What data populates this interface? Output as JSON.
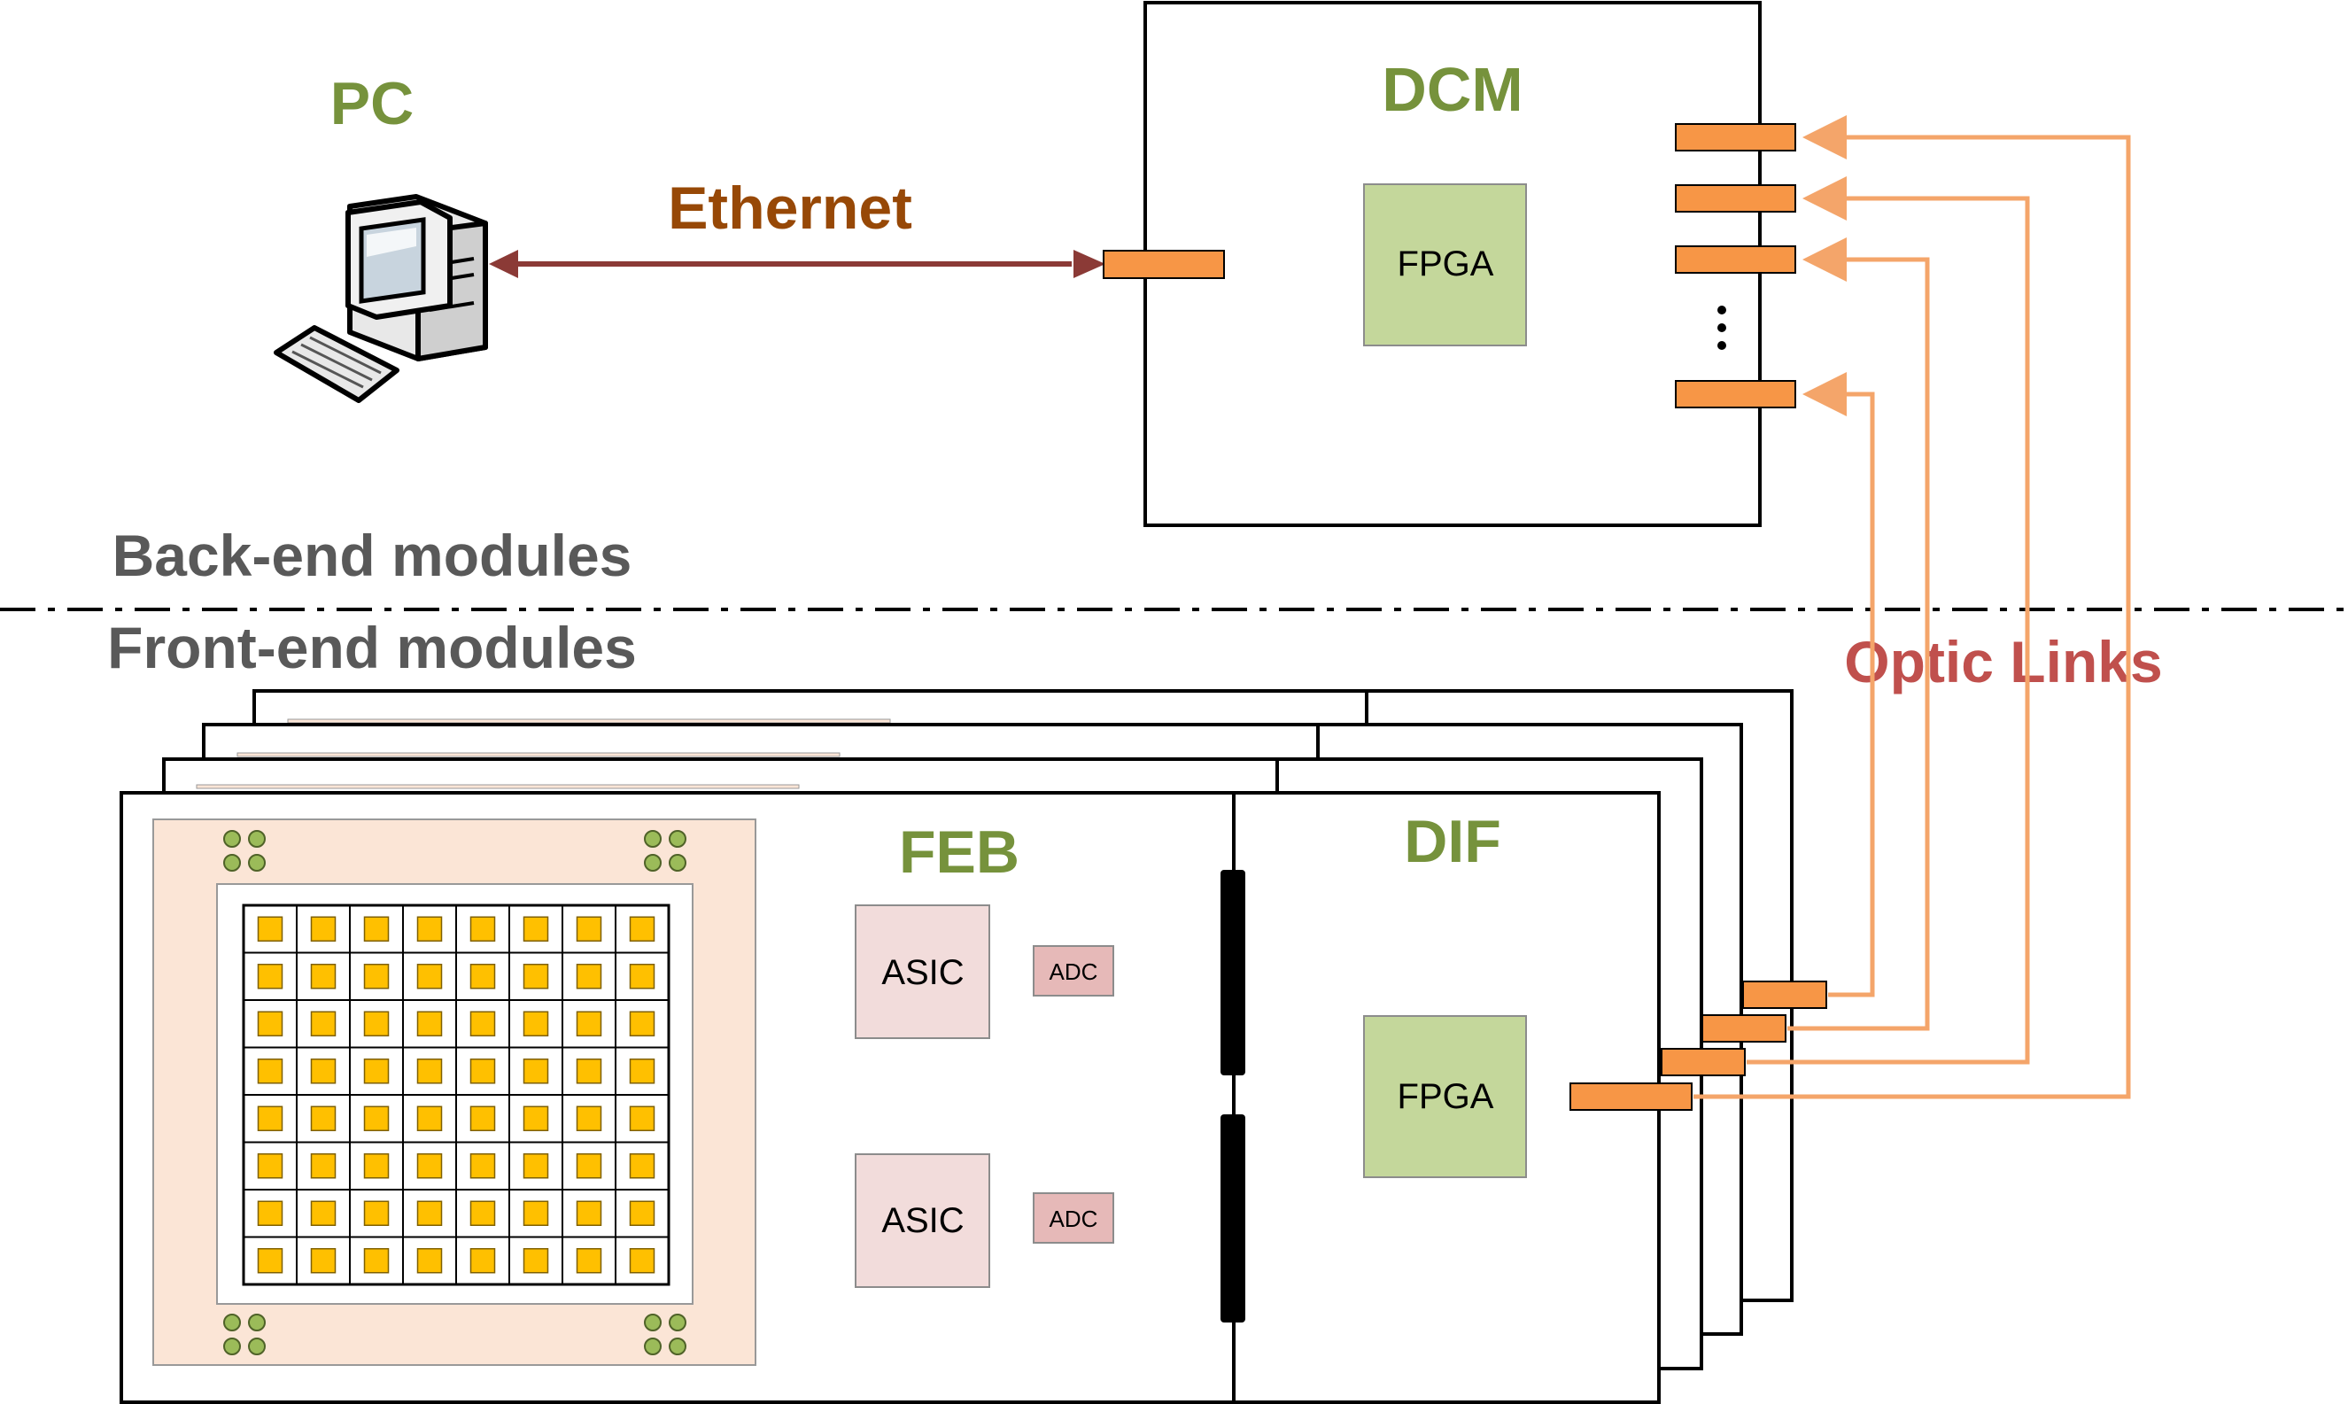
{
  "labels": {
    "pc": "PC",
    "ethernet": "Ethernet",
    "dcm": "DCM",
    "dcm_fpga": "FPGA",
    "dots": "⋮",
    "backend": "Back-end modules",
    "frontend": "Front-end modules",
    "optic_links": "Optic Links",
    "feb": "FEB",
    "dif": "DIF",
    "asic_top": "ASIC",
    "asic_bottom": "ASIC",
    "adc_top": "ADC",
    "adc_bottom": "ADC",
    "dif_fpga": "FPGA"
  },
  "pad_grid": {
    "rows": 8,
    "cols": 8
  },
  "optic_link_count": 4,
  "colors": {
    "green_text": "#76923c",
    "grey_text": "#595959",
    "ethernet": "#974806",
    "ethernet_arrow": "#8b3a36",
    "optic_text": "#c0504d",
    "optic_lines": "#f4a56a",
    "connector": "#f79646",
    "fpga_fill": "#c4d79b",
    "asic_fill": "#f2dcdb",
    "adc_fill": "#e6b9b8",
    "pad": "#ffc000",
    "sensor_bg": "#fbe5d6",
    "screw": "#9bbb59"
  }
}
